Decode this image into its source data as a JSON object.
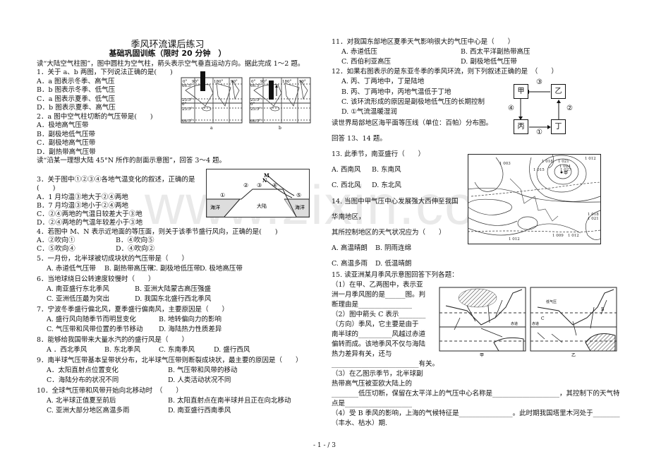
{
  "header": {
    "title": "季风环流课后练习",
    "subtitle": "基础巩固训练（限时 20 分钟　）"
  },
  "watermark": "www.zixin.com.cn",
  "left": {
    "block1": [
      "读“大陆空气柱图”，图中圆柱为空气柱，箭头表示空气垂直运动方向。据此完成 1～2 题。",
      "1．关于 a、b 两图，下列说法正确的是(　　)",
      "A．a 图表示冬季、高气压",
      "B．b 图表示冬季、低气压",
      "C．a 图表示夏季、低气压",
      "D．b 图表示夏季、高气压",
      "2．a 图中空气柱切断的气压带是(　　)",
      "A．极地高气压带",
      "B．副极地低气压带",
      "C．副极地高气压带",
      "D．副热带高气压带",
      "读“沿某一理想大陆 45°N 所作的剖面示意图”，回答 3～4 题。"
    ],
    "block2": [
      [
        "3．关于图中①②③④各地气温变化的叙述，正确的是"
      ],
      [
        "(　　)"
      ],
      [
        "A．1 月均温③地大于②④两地"
      ],
      [
        "B．7 月均温③地小于②④两地"
      ],
      [
        "C．②④两地的气温日较差大于③地"
      ],
      [
        "D．②④两地的气温年较差小于③地"
      ],
      [
        "4．若图中 M、N 表示近地面的等压面，则关于该季节盛行风向，正确的是(　　)"
      ],
      [
        "A．②吹向①",
        "B．④吹向⑤"
      ],
      [
        "C．⑤吹向④",
        "D．④吹向②"
      ]
    ],
    "block3": [
      [
        "5．一月份，北半球被切成块状的气压带是（　　）"
      ],
      [
        "A. 赤道低气压带",
        "B. 副热带高压带",
        "C. 副极地低压带",
        "D. 极地高压带"
      ],
      [
        "6．当地球绕日公转速度较慢时（　　）"
      ],
      [
        "A. 南亚盛行东北季风",
        "B. 亚洲大陆蒙古高压强盛"
      ],
      [
        "C. 亚洲低压最为突出",
        "D. 我国东北盛行西北季风"
      ],
      [
        "7．宁波冬季盛行偏北风，夏季盛行偏南风，主要原因是（　　）"
      ],
      [
        "A. 盛行风向随季节而明显变化",
        "B. 地转偏向力的影响"
      ],
      [
        "C. 气压带和风带位置的季节移动",
        "D. 海陆热力性质差异"
      ],
      [
        "8．能够给我国带来大量水汽的的盛行风是（　　）"
      ],
      [
        "A ．西北季风",
        "B. 东北季风",
        "C. 东南季风",
        "D. 盛行西风"
      ],
      [
        "9．南半球气压带基本呈带状分布，北半球气压带则断裂成块状，最主要的原因是（　　）"
      ],
      [
        "A．太阳直射点位置变化",
        "B. 气压带和风带的移动"
      ],
      [
        "C．海陆分布的状况不同",
        "D. 人类活动状况不同"
      ],
      [
        "10．全球气压带和风带开始向北移动时　（　　）"
      ],
      [
        "A. 北半球正值夏至前后",
        "B. 太阳直射点在南半球并且正在向北移动"
      ],
      [
        "C. 亚洲大部分地区高温多雨",
        "D. 南亚盛行西南季风"
      ]
    ]
  },
  "right": {
    "block1": [
      [
        "11．对我国东部地区夏季天气影响很大的气压中心是（　　）"
      ],
      [
        "A. 赤道低压",
        "B. 西太平洋副热带高压"
      ],
      [
        "C. 西伯利亚高压",
        "D. 副极地低气压带"
      ],
      [
        "12．如果右图表示的是东亚冬季的季风环流，则下列叙述正确的是　（　　）"
      ],
      [
        "A. 丙、丁两地中，丁是陆地"
      ],
      [
        "B. 丙、丁两地中，丙地气温低于丁地"
      ],
      [
        "C. 该环流形成的原因是副极地低气压的长期控制"
      ],
      [
        "D. ①气流温暖湿润"
      ]
    ],
    "block2": [
      [
        "读世界局部地区海平面等压线（单位：百帕）分布图。"
      ],
      [
        "回答 13、14 题。"
      ],
      [
        "13. 此季节，南亚盛行（　　）"
      ],
      [
        "A. 西南风",
        "B. 东南风"
      ],
      [
        "C. 西北风",
        "D. 东北风"
      ],
      [
        "14. 当图中甲气压中心发展强大西伸至我国"
      ],
      [
        "华南地区，"
      ],
      [
        "其所控制地区的天气状况应为（　　）"
      ],
      [
        "A. 高温晴朗",
        "B. 阴雨连绵"
      ],
      [
        "C. 高温多雨",
        "D. 低温晴朗"
      ]
    ],
    "block3": [
      "15. 读亚洲某月季风示意图回答下列各题：",
      "（1）在甲、乙两图中，表示亚",
      "洲一月季风图的是______图。判",
      "断理由是________________",
      "（2）图中箭头 C 表示________",
      "（方向）季风，它主要是由于",
      "南半球的__________风越过赤道",
      "偏转而成。该地季风不仅与海陆",
      "热力差异有关，还与",
      "__________________________有关。",
      "（3）在乙图示季节，北半球副",
      "热带高气压被亚欧大陆上的",
      "________低压切断，保留在太平洋上的气压中心名称是____________________，其控制下的天气特",
      "点是____________________",
      "（4）受 B 季风的影响，上海的气候特征是________________。此时期我国塔里木河处于________",
      "（丰水、枯水）期."
    ]
  },
  "figures": {
    "air_column": {
      "labels": [
        "a",
        "b"
      ],
      "lon": [
        "0°",
        "90°",
        "180°",
        "90°"
      ],
      "lat": [
        "66.5°",
        "23.5°",
        "0°",
        "23.5°",
        "66.5°"
      ]
    },
    "profile": {
      "points": [
        "①",
        "②",
        "③",
        "④",
        "⑤"
      ],
      "isobars": [
        "M",
        "N"
      ],
      "ocean": "海洋",
      "land": "大陆"
    },
    "circulation": {
      "boxes": [
        "甲",
        "乙",
        "丙",
        "丁"
      ],
      "arrows": [
        "①",
        "②",
        "③",
        "④"
      ]
    },
    "isobar_map": {
      "values": [
        "1 021",
        "1 024",
        "1 027",
        "1 018",
        "1 015",
        "1 012",
        "1 003",
        "1 018",
        "1 021",
        "1 009",
        "1 012",
        "1 012"
      ],
      "center": "甲"
    },
    "monsoon_maps": {
      "labels": [
        "甲",
        "乙"
      ],
      "equator": "赤道",
      "c_arrow": "C",
      "b_arrow": "B",
      "low": "低气压"
    }
  },
  "footer": "- 1 - / 3"
}
